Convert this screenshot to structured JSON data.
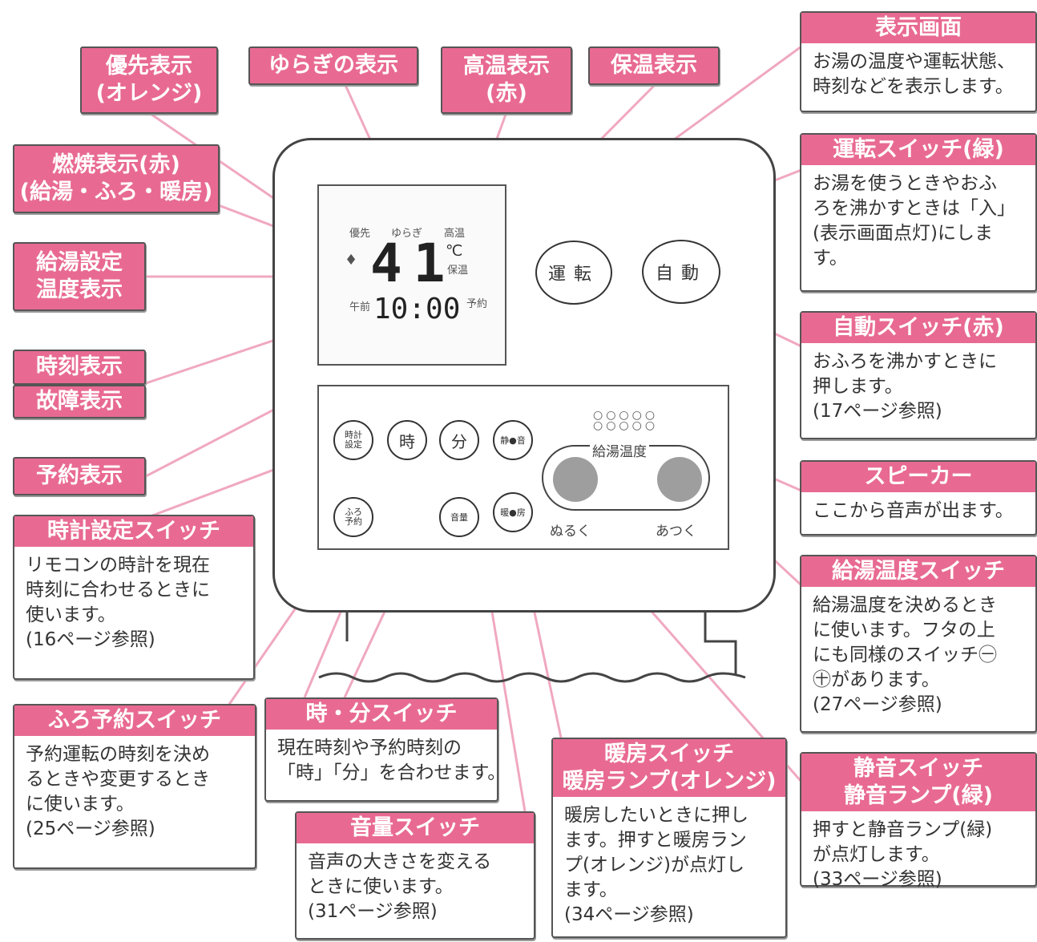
{
  "tags": {
    "yusen": [
      "優先表示",
      "(オレンジ)"
    ],
    "yuragi": [
      "ゆらぎの表示"
    ],
    "koon": [
      "高温表示",
      "(赤)"
    ],
    "hoon": [
      "保温表示"
    ],
    "nensho": [
      "燃焼表示(赤)",
      "(給湯・ふろ・暖房)"
    ],
    "kyuto_settei": [
      "給湯設定",
      "温度表示"
    ],
    "jikoku": [
      "時刻表示"
    ],
    "kosho": [
      "故障表示"
    ],
    "yoyaku": [
      "予約表示"
    ]
  },
  "boxes": {
    "hyoji": {
      "title": "表示画面",
      "lines": [
        "お湯の温度や運転状態、",
        "時刻などを表示します。"
      ]
    },
    "unten": {
      "title": "運転スイッチ(緑)",
      "lines": [
        "お湯を使うときやおふ",
        "ろを沸かすときは「入」",
        "(表示画面点灯)にしま",
        "す。"
      ]
    },
    "jido": {
      "title": "自動スイッチ(赤)",
      "lines": [
        "おふろを沸かすときに",
        "押します。",
        "(17ページ参照)"
      ]
    },
    "speaker": {
      "title": "スピーカー",
      "lines": [
        "ここから音声が出ます。"
      ]
    },
    "kyuto_ondo": {
      "title": "給湯温度スイッチ",
      "lines": [
        "給湯温度を決めるとき",
        "に使います。フタの上",
        "にも同様のスイッチ㊀",
        "㊉があります。",
        "(27ページ参照)"
      ]
    },
    "seion": {
      "title": [
        "静音スイッチ",
        "静音ランプ(緑)"
      ],
      "lines": [
        "押すと静音ランプ(緑)",
        "が点灯します。",
        "(33ページ参照)"
      ]
    },
    "danbo": {
      "title": [
        "暖房スイッチ",
        "暖房ランプ(オレンジ)"
      ],
      "lines": [
        "暖房したいときに押し",
        "ます。押すと暖房ラン",
        "プ(オレンジ)が点灯し",
        "ます。",
        "(34ページ参照)"
      ]
    },
    "onryo": {
      "title": "音量スイッチ",
      "lines": [
        "音声の大きさを変える",
        "ときに使います。",
        "(31ページ参照)"
      ]
    },
    "jifun": {
      "title": "時・分スイッチ",
      "lines": [
        "現在時刻や予約時刻の",
        "「時」「分」を合わせます。"
      ]
    },
    "furo_yoyaku": {
      "title": "ふろ予約スイッチ",
      "lines": [
        "予約運転の時刻を決め",
        "るときや変更するとき",
        "に使います。",
        "(25ページ参照)"
      ]
    },
    "tokei": {
      "title": "時計設定スイッチ",
      "lines": [
        "リモコンの時計を現在",
        "時刻に合わせるときに",
        "使います。",
        "(16ページ参照)"
      ]
    }
  },
  "remote": {
    "lcd": {
      "yusen": "優先",
      "yuragi": "ゆらぎ",
      "koon": "高温",
      "hoon": "保温",
      "temp": "41",
      "unit": "℃",
      "ampm": "午前",
      "time": "10:00",
      "yoyaku": "予約"
    },
    "buttons": {
      "unten": "運転",
      "jido": "自動",
      "tokei": [
        "時計",
        "設定"
      ],
      "ji": "時",
      "fun": "分",
      "seion": "静●音",
      "furo": [
        "ふろ",
        "予約"
      ],
      "onryo": "音量",
      "danbo": "暖●房"
    },
    "temp_label": "給湯温度",
    "nuruku": "ぬるく",
    "atsuku": "あつく"
  },
  "colors": {
    "accent": "#e86a92",
    "line": "#f0a8c0"
  }
}
